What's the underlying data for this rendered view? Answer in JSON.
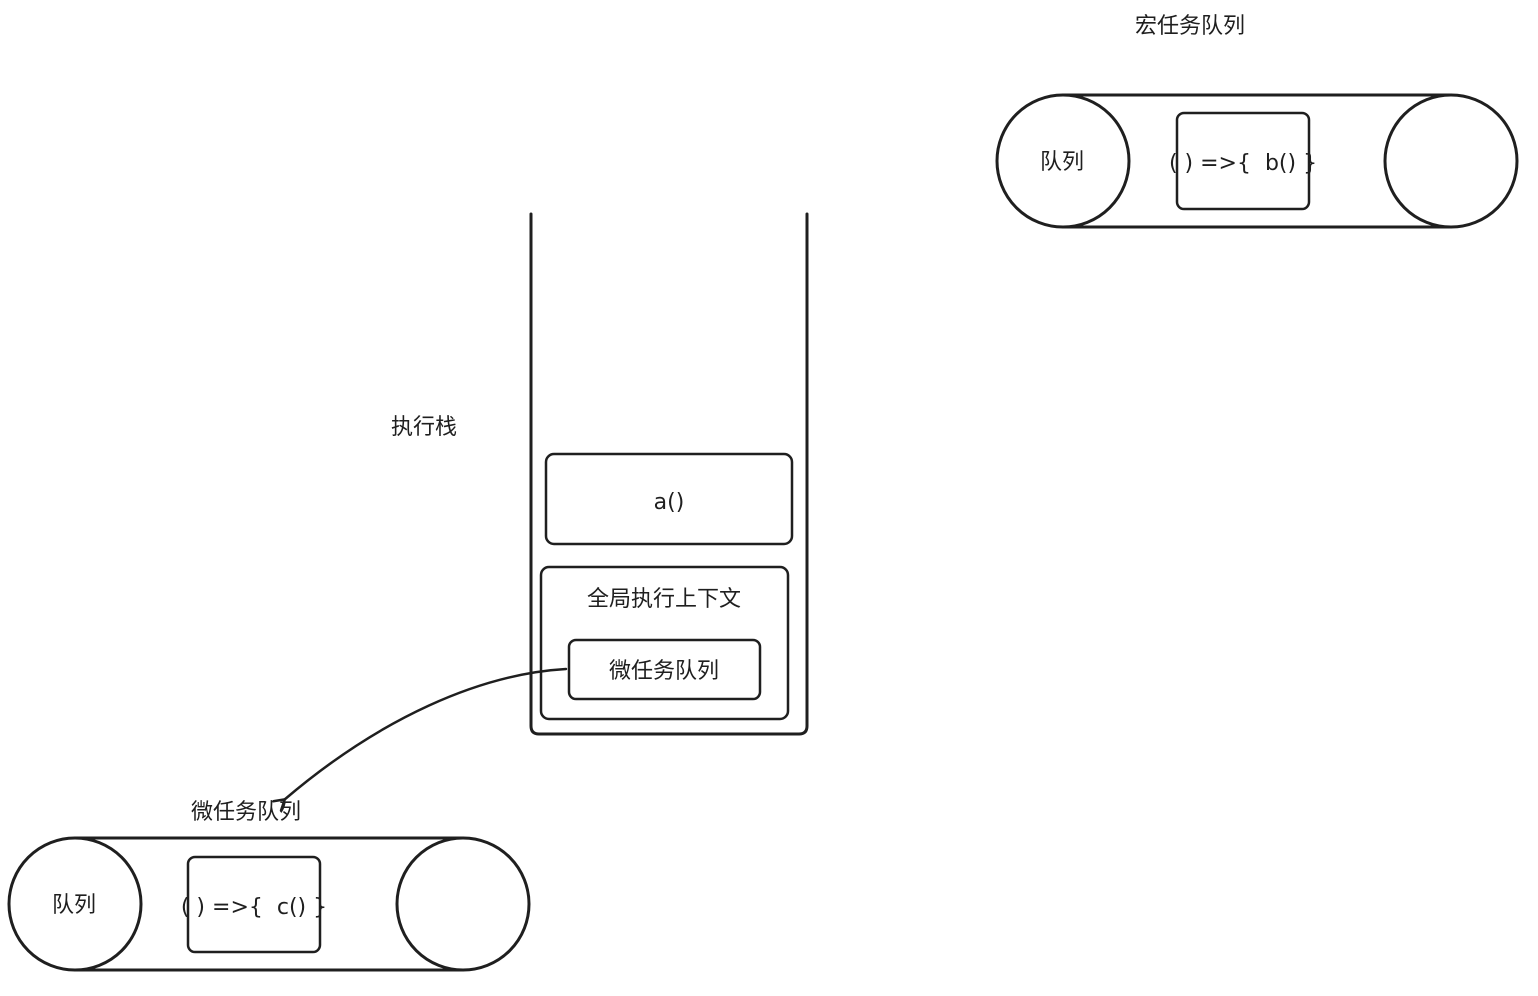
{
  "macro_queue": {
    "title": "宏任务队列",
    "left_label": "队列",
    "task": "( ) =>{  b() }"
  },
  "stack": {
    "label": "执行栈",
    "frame_a": "a()",
    "global_context": "全局执行上下文",
    "micro_ref": "微任务队列"
  },
  "micro_queue": {
    "title": "微任务队列",
    "left_label": "队列",
    "task": "( ) =>{  c() }"
  }
}
